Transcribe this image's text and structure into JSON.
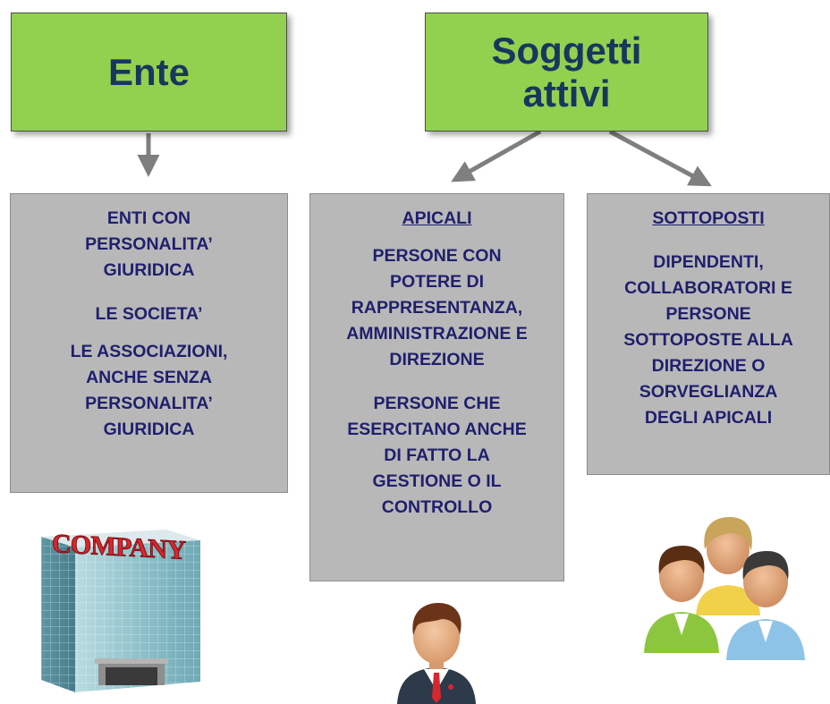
{
  "top": {
    "ente": "Ente",
    "soggetti_line1": "Soggetti",
    "soggetti_line2": "attivi"
  },
  "ente_box": {
    "lines_a": [
      "ENTI CON",
      "PERSONALITA’",
      "GIURIDICA"
    ],
    "line_b": "LE SOCIETA’",
    "lines_c": [
      "LE ASSOCIAZIONI,",
      "ANCHE SENZA",
      "PERSONALITA’",
      "GIURIDICA"
    ]
  },
  "apicali_box": {
    "heading": "APICALI",
    "lines_a": [
      "PERSONE CON",
      "POTERE DI",
      "RAPPRESENTANZA,",
      "AMMINISTRAZIONE E",
      "DIREZIONE"
    ],
    "lines_b": [
      "PERSONE CHE",
      "ESERCITANO ANCHE",
      "DI FATTO LA",
      "GESTIONE O IL",
      "CONTROLLO"
    ]
  },
  "sottoposti_box": {
    "heading": "SOTTOPOSTI",
    "lines": [
      "DIPENDENTI,",
      "COLLABORATORI E",
      "PERSONE",
      "SOTTOPOSTE ALLA",
      "DIREZIONE O",
      "SORVEGLIANZA",
      "DEGLI APICALI"
    ]
  },
  "company_sign": "COMPANY",
  "icons": [
    "company-building-icon",
    "businessman-icon",
    "people-group-icon"
  ],
  "colors": {
    "green_box": "#92d050",
    "gray_box": "#b8b8b8",
    "title_text": "#17375e",
    "body_text": "#1f1f6e",
    "arrow": "#7f7f7f",
    "company_sign": "#d9262e"
  }
}
